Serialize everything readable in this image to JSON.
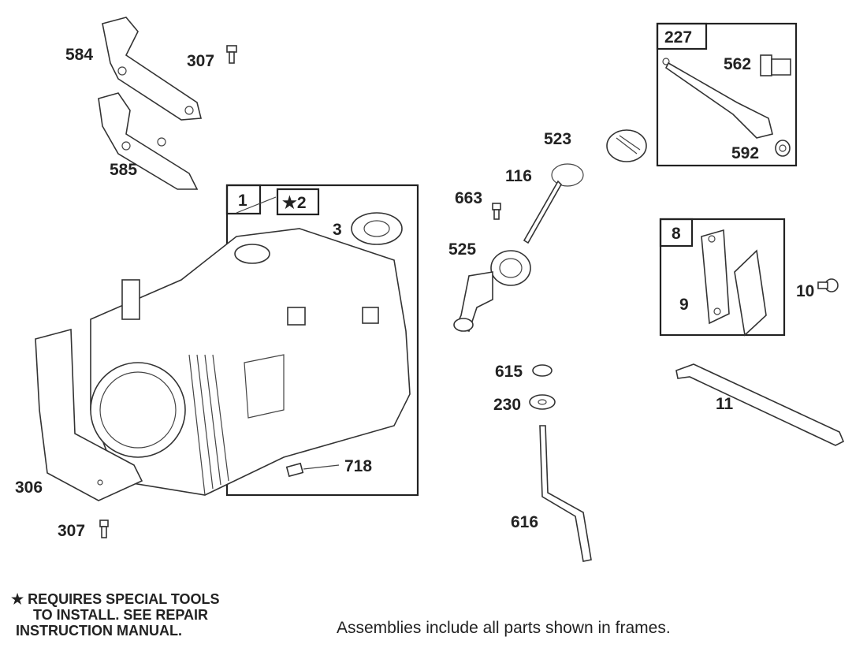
{
  "parts": {
    "p584": "584",
    "p307a": "307",
    "p585": "585",
    "p1": "1",
    "p2": "★2",
    "p3": "3",
    "p718": "718",
    "p306": "306",
    "p307b": "307",
    "p523": "523",
    "p116": "116",
    "p663": "663",
    "p525": "525",
    "p227": "227",
    "p562": "562",
    "p592": "592",
    "p8": "8",
    "p9": "9",
    "p10": "10",
    "p615": "615",
    "p230": "230",
    "p11": "11",
    "p616": "616"
  },
  "notes": {
    "star": "★",
    "special_tools_line1": "REQUIRES SPECIAL TOOLS",
    "special_tools_line2": "TO INSTALL.  SEE REPAIR",
    "special_tools_line3": "INSTRUCTION MANUAL.",
    "caption": "Assemblies include all parts shown in frames."
  }
}
